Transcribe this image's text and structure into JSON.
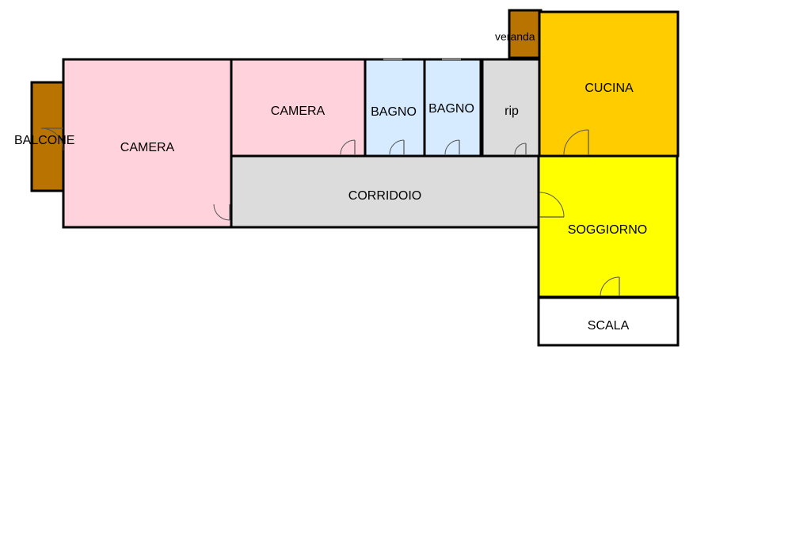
{
  "colors": {
    "camera": "#ffd2dc",
    "bagno": "#d6ebff",
    "service": "#dcdcdc",
    "cucina": "#ffcc00",
    "soggiorno": "#ffff00",
    "outdoor": "#b97300",
    "scala": "#ffffff"
  },
  "rooms": {
    "balcone": "BALCONE",
    "veranda": "veranda",
    "camera_large": "CAMERA",
    "camera_small": "CAMERA",
    "bagno_1": "BAGNO",
    "bagno_2": "BAGNO",
    "rip": "rip",
    "cucina": "CUCINA",
    "corridoio": "CORRIDOIO",
    "soggiorno": "SOGGIORNO",
    "scala": "SCALA"
  }
}
